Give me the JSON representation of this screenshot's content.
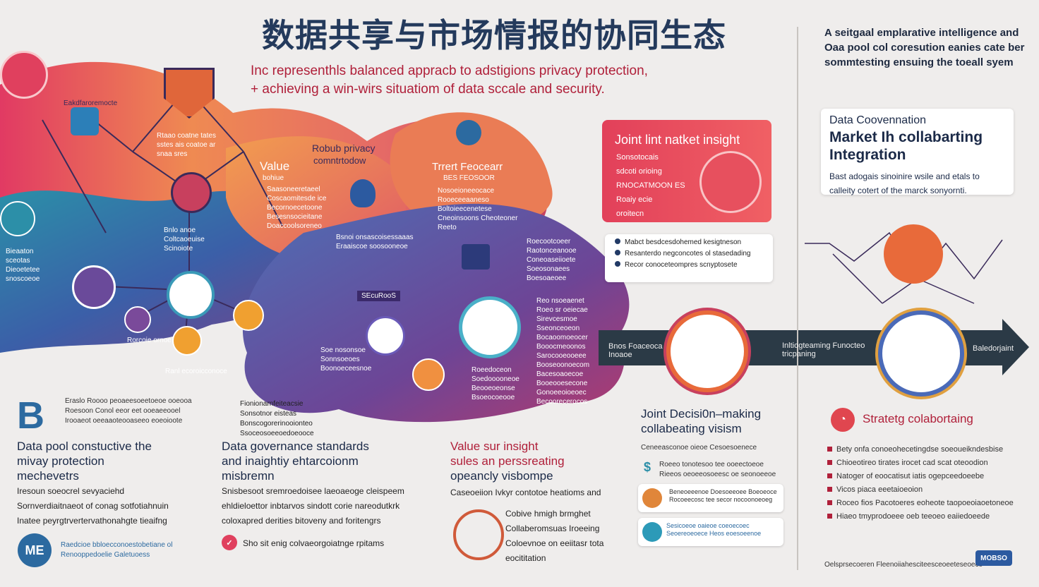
{
  "header": {
    "title": "数据共享与市场情报的协同生态",
    "subtitle_line1": "Inc representhls balanced appracb to adstigions privacy protection,",
    "subtitle_line2": "+ achieving  a win-wirs situatiom of data sccale and security."
  },
  "right_note": {
    "text": "A seitgaal emplarative intelligence and Oaa pool col coresution eanies cate ber sommtesting ensuing the toeall syem"
  },
  "market_card": {
    "kicker": "Data Coovennation",
    "heading": "Market Ih collabarting Integration",
    "body": "Bast adogais sinoinire wsile and etals to calleity cotert of the marck sonyornti."
  },
  "joint_market": {
    "title": "Joint lint natket insight",
    "lines": [
      "Sonsotocais",
      "sdcoti orioing",
      "RNOCATMOON ES",
      "Roaiy ecie",
      "oroitecn"
    ]
  },
  "legend_card": {
    "rows": [
      "Mabct besdcesdohemed kesigtneson",
      "Resanterdo negconcotes ol stasedading",
      "Recor conoceteompres scnyptosete"
    ]
  },
  "left_graph": {
    "badge_label": "Eakdfaroremocte",
    "top_note": "Rtaao coatne tates sstes ais coatoe ar snaa sres",
    "left_note": "Bieaaton sceotas Dieoetetee snoscoeoe",
    "mid_note": "Bnlo anoe Coltcaoeuise Scinoiote",
    "lower_note": "Rorcoie ornoe",
    "bottom_right_note": "Ranl ecoroicconoce"
  },
  "value_block": {
    "title": "Value",
    "subtitle": "bohiue",
    "lines": [
      "Saasoneeretaeel",
      "Coscaomitesde ice",
      "Becornoecetoone",
      "Besesnsocieitane",
      "Doaccoolsoreneo"
    ]
  },
  "privacy_block": {
    "title": "Robub privacy",
    "subtitle": "comntrtodow",
    "lines": [
      "Bsnoi onsascoisessaaas",
      "Eraaiscoe soosooneoe"
    ]
  },
  "trust_block": {
    "title": "Trrert Feocearr",
    "subtitle": "BES FEOSOOR",
    "lines": [
      "Nosoeioneeocace",
      "Rooeceeaaneso",
      "Boltoieecenetese",
      "Cneoinsoons Cheoteoner",
      "Reeto"
    ]
  },
  "centre_labels": {
    "secure_label": "SEcuRooS",
    "right_col": [
      "Roecootcoeer",
      "Raotonceanooe",
      "Coneoaseiioete",
      "Soeosonaees",
      "Boesoaeoee"
    ],
    "lower_right_col": [
      "Reo nsoeaenet",
      "Roeo sr oeiecae",
      "Sirevcesmoe",
      "Sseonceoeon",
      "Bocaoomoeocer",
      "Booocmeoonos",
      "Sarocooeooeee",
      "Booseoonoecom",
      "Bacesoaoecoe",
      "Booeooesecone",
      "Gonoeeoioeoec",
      "Becoorecerocos"
    ],
    "lower_left": [
      "Soe nosonsoe",
      "Sonnsoeoes",
      "Boonoeceesnoe"
    ],
    "mid_lower": [
      "Roeedoceon",
      "Soedooooneoe",
      "Beooeoeonse",
      "Bsoeocoeooe"
    ]
  },
  "arrow": {
    "left_text": "Bnos Foaceoca Inoaoe",
    "mid_text": "Inltiogteaming Funocteo tricpaning",
    "right_text": "Baledorjaint"
  },
  "joint_decision": {
    "title_line1": "Joint Decisi0n–making",
    "title_line2": "collabeating visism",
    "intro": "Ceneeasconoe oieoe Cesoesoenece",
    "rows": [
      "Roeeo tonotesoo tee ooeectoeoe Rieeos oeoeeosoeesc oe seonoeeoe",
      "Beneoeeenoe Doesoeeoee Boeoeoce Rocoeecosc tee secor nocoonoeoeg",
      "Sesicoeoe oaieoe coeoecoec Seoereoeoece Heos eoesoeenoe"
    ]
  },
  "strategy": {
    "title": "Stratetg colabortaing",
    "items": [
      "Bety onfa conoeohecetingdse soeoueikndesbise",
      "Chioeotireo tirates irocet cad scat oteoodion",
      "Natoger of eoocatisut iatis ogepceedoeebe",
      "Vicos piaca eeetaioeoion",
      "Roceo fios Pacotoeres eoheote taopoeoiaoetoneoe",
      "Hiaeo tmyprodoeee oeb teeoeo eaiiedoeede"
    ]
  },
  "section_data_pool": {
    "heading": "Data pool constuctive the mivay protection mechevetrs",
    "lines": [
      "Iresoun soeocrel sevyaciehd",
      "Sornverdiaitnaeot of conag sotfotiahnuin",
      "Inatee peyrgtrvertervathonahgte tieaifng"
    ]
  },
  "section_governance": {
    "heading": "Data governance standards and inaightiy ehtarcoionm misbremn",
    "lines": [
      "Snisbesoot sremroedoisee laeoaeoge cleispeem",
      "ehldieloettor inbtarvos sindott corie nareodutkrk",
      "coloxapred derities bitoveny and foritengrs"
    ],
    "foot": "Sho sit enig colvaeorgoiatnge rpitams"
  },
  "section_value": {
    "heading_line1": "Value sur insight",
    "heading_line2": "sules an perssreating",
    "heading_line3": "opeancly visbompe",
    "intro": "Caseoeiion Ivkyr contotoe heatioms and",
    "body": "Cobive hmigh brmghet Collaberomsuas Iroeeing Coloevnoe on eeiitasr tota eocititation"
  },
  "bottom_left": {
    "me_badge": "ME",
    "me_text": "Raedcioe bbloecconoestobetiane ol Renooppedoelie Galetuoess",
    "b_lines": [
      "Eraslo Roooo peoaeesoeetoeoe ooeooa",
      "Roesoon Conol eeor eet ooeaeeooel",
      "Irooaeot oeeaaoteooaseeo eoeoioote"
    ],
    "fork_text": "Fionionarnfeiteacsie Sonsotnor eisteas Bonscogorerinooionteo Ssoceosoeeoedoeooce"
  },
  "footer": {
    "left_text": "Oelsprsecoeren Fleenoiiahesciteesceoeeteseoece",
    "logo": "MOBSO"
  },
  "colors": {
    "accent_red": "#b0203a",
    "navy": "#243a5c",
    "arrow_dark": "#2b3a46",
    "teal": "#2b8fa8"
  }
}
